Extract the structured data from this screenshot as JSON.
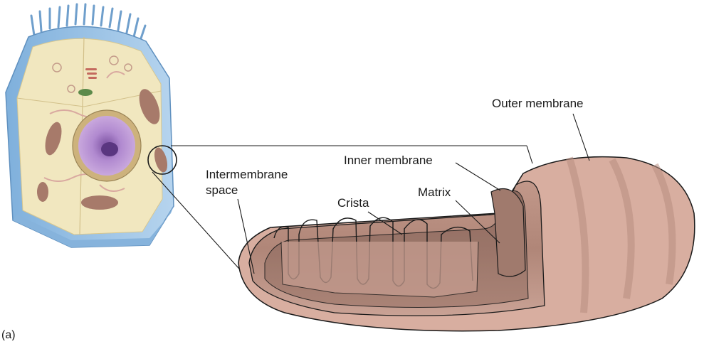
{
  "figure": {
    "panel_label": "(a)",
    "labels": {
      "outer_membrane": "Outer membrane",
      "inner_membrane": "Inner membrane",
      "intermembrane_line1": "Intermembrane",
      "intermembrane_line2": "space",
      "crista": "Crista",
      "matrix": "Matrix"
    },
    "colors": {
      "cell_wall": "#9cc3e6",
      "cytoplasm": "#f1e7bf",
      "nucleus": "#a97ec8",
      "mito_surface": "#d8aea0",
      "mito_shadow": "#8f6d62",
      "inner_fold": "#c79e90",
      "outline": "#1a1a1a"
    }
  }
}
